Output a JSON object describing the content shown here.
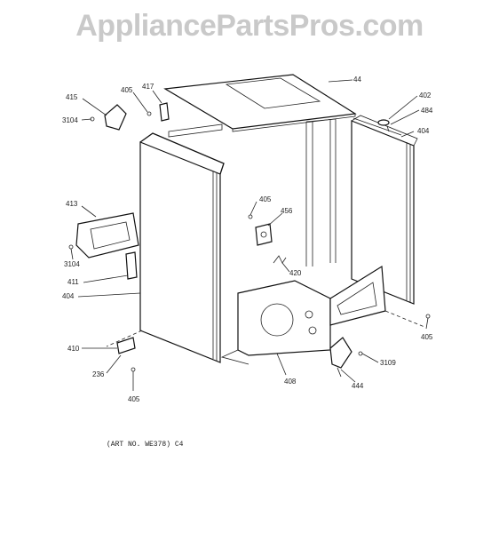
{
  "watermark": "AppliancePartsPros.com",
  "art_number": "(ART NO. WE378) C4",
  "callouts": {
    "c44": "44",
    "c402": "402",
    "c484": "484",
    "c404_right": "404",
    "c405_top": "405",
    "c417": "417",
    "c415": "415",
    "c3104_top": "3104",
    "c405_mid": "405",
    "c456": "456",
    "c413": "413",
    "c3104_mid": "3104",
    "c411": "411",
    "c404_left": "404",
    "c420": "420",
    "c405_right": "405",
    "c410": "410",
    "c236": "236",
    "c405_bottom": "405",
    "c408": "408",
    "c3109": "3109",
    "c444": "444"
  }
}
